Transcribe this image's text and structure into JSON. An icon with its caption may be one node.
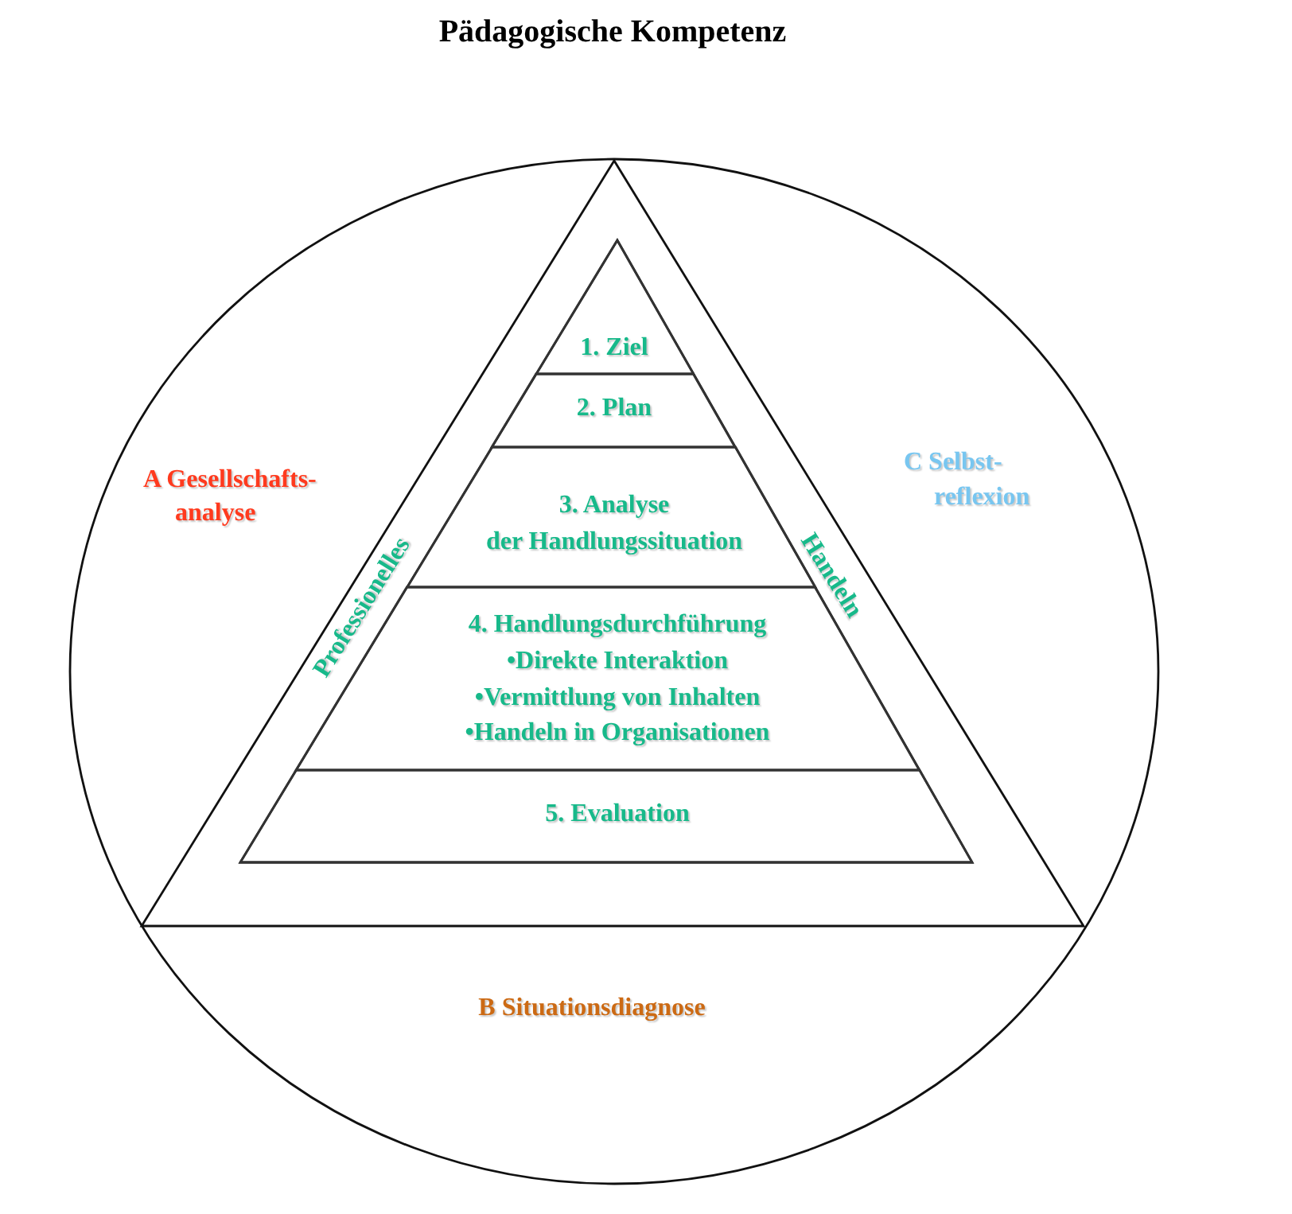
{
  "diagram": {
    "title": "Pädagogische Kompetenz",
    "nodes": [
      {
        "text": [
          "A Gesellschafts- analyse",
          "C Selbst- reflexion",
          "B Situationsdiagnose"
        ]
      },
      {
        "text": [
          "Professionelles",
          "Handeln"
        ],
        "in": 0
      },
      {
        "text": [],
        "shape": "triangle",
        "in": 1
      },
      {
        "text": [
          "1. Ziel"
        ],
        "in": 2
      },
      {
        "text": [
          "2. Plan"
        ],
        "in": 2
      },
      {
        "text": [
          "3. Analyse der Handlungssituation"
        ],
        "in": 2
      },
      {
        "text": [
          "4. Handlungsdurchführung",
          "•Direkte Interaktion",
          "•Vermittlung von Inhalten",
          "•Handeln in Organisationen"
        ],
        "in": 2
      },
      {
        "text": [
          "5. Evaluation"
        ],
        "in": 2
      }
    ]
  }
}
